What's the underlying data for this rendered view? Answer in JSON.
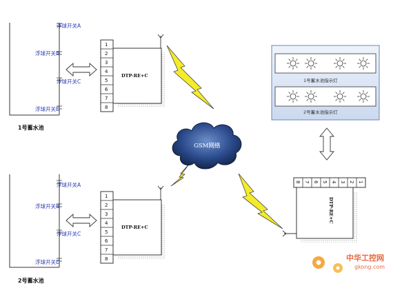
{
  "tanks": [
    {
      "label": "1号蓄水池",
      "switches": [
        "浮球开关A",
        "浮球开关B",
        "浮球开关C",
        "浮球开关D"
      ]
    },
    {
      "label": "2号蓄水池",
      "switches": [
        "浮球开关A",
        "浮球开关B",
        "浮球开关C",
        "浮球开关D"
      ]
    }
  ],
  "device_label": "DTP-RE+C",
  "terminals": [
    "1",
    "2",
    "3",
    "4",
    "5",
    "6",
    "7",
    "8"
  ],
  "network_label": "GSM网络",
  "indicator_panel": {
    "rows": [
      {
        "label": "1号蓄水池指示灯",
        "lamp_count": 4
      },
      {
        "label": "2号蓄水池指示灯",
        "lamp_count": 4
      }
    ]
  },
  "watermark": {
    "name": "中华工控网",
    "site": "gkong.com"
  },
  "colors": {
    "switch_text": "#2a3bb0",
    "lightning_fill": "#f4ec2a",
    "panel_bg": "#d8e4f5",
    "cloud": "#2c4c8e",
    "watermark": "#e0501e"
  }
}
